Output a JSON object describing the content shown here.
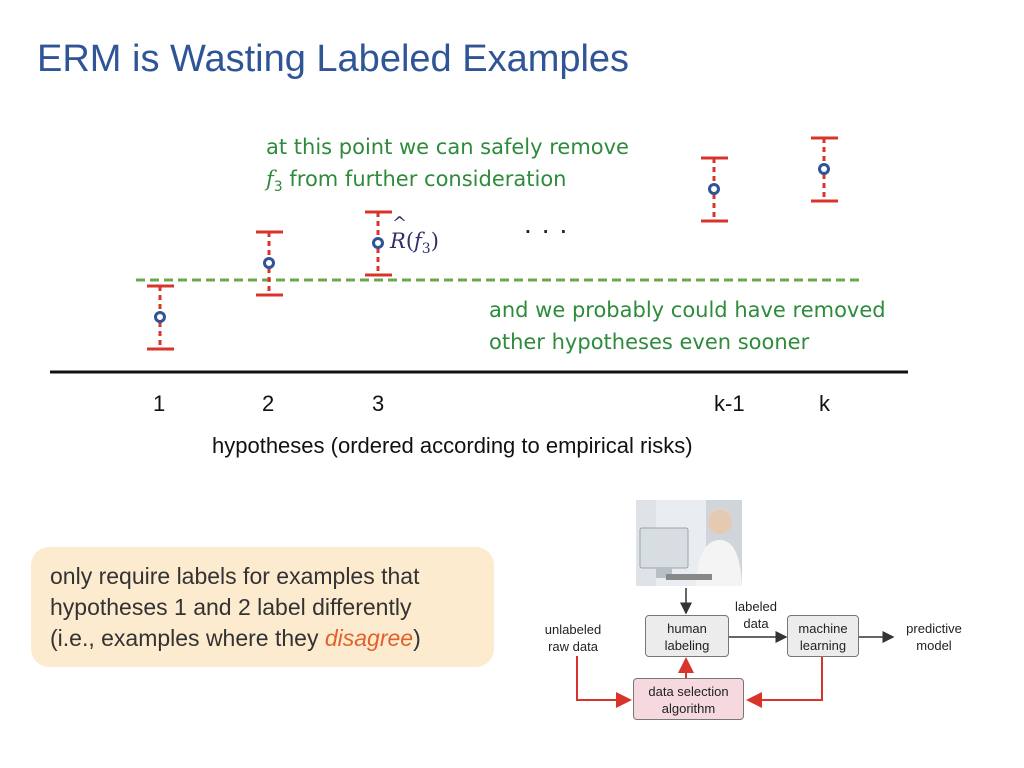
{
  "title": "ERM is Wasting Labeled Examples",
  "annotations": {
    "remove_line1": "at this point we can safely remove",
    "remove_f": "f",
    "remove_sub": "3",
    "remove_line2_rest": " from further consideration",
    "risk_label_R": "R",
    "risk_label_hat": "^",
    "risk_label_f": "f",
    "risk_label_sub": "3",
    "ellipsis": "...",
    "sooner_line1": "and we probably could have removed",
    "sooner_line2": "other hypotheses even sooner"
  },
  "axis": {
    "ticks": [
      "1",
      "2",
      "3",
      "k-1",
      "k"
    ],
    "label": "hypotheses (ordered according to empirical risks)"
  },
  "note": {
    "line1": "only require labels for examples that",
    "line2": "hypotheses 1 and 2 label differently",
    "line3_prefix": "(i.e., examples where they ",
    "line3_emph": "disagree",
    "line3_suffix": ")"
  },
  "workflow": {
    "unlabeled": "unlabeled raw data",
    "human_labeling": "human labeling",
    "labeled_data": "labeled data",
    "machine_learning": "machine learning",
    "predictive_model": "predictive model",
    "data_selection": "data selection algorithm"
  },
  "colors": {
    "title": "#2f5597",
    "annotation": "#2e8b3c",
    "interval": "#d9342b",
    "point": "#2f5597",
    "threshold": "#6aa84f",
    "note_bg": "#fdebd0",
    "emphasis": "#e0622a"
  }
}
